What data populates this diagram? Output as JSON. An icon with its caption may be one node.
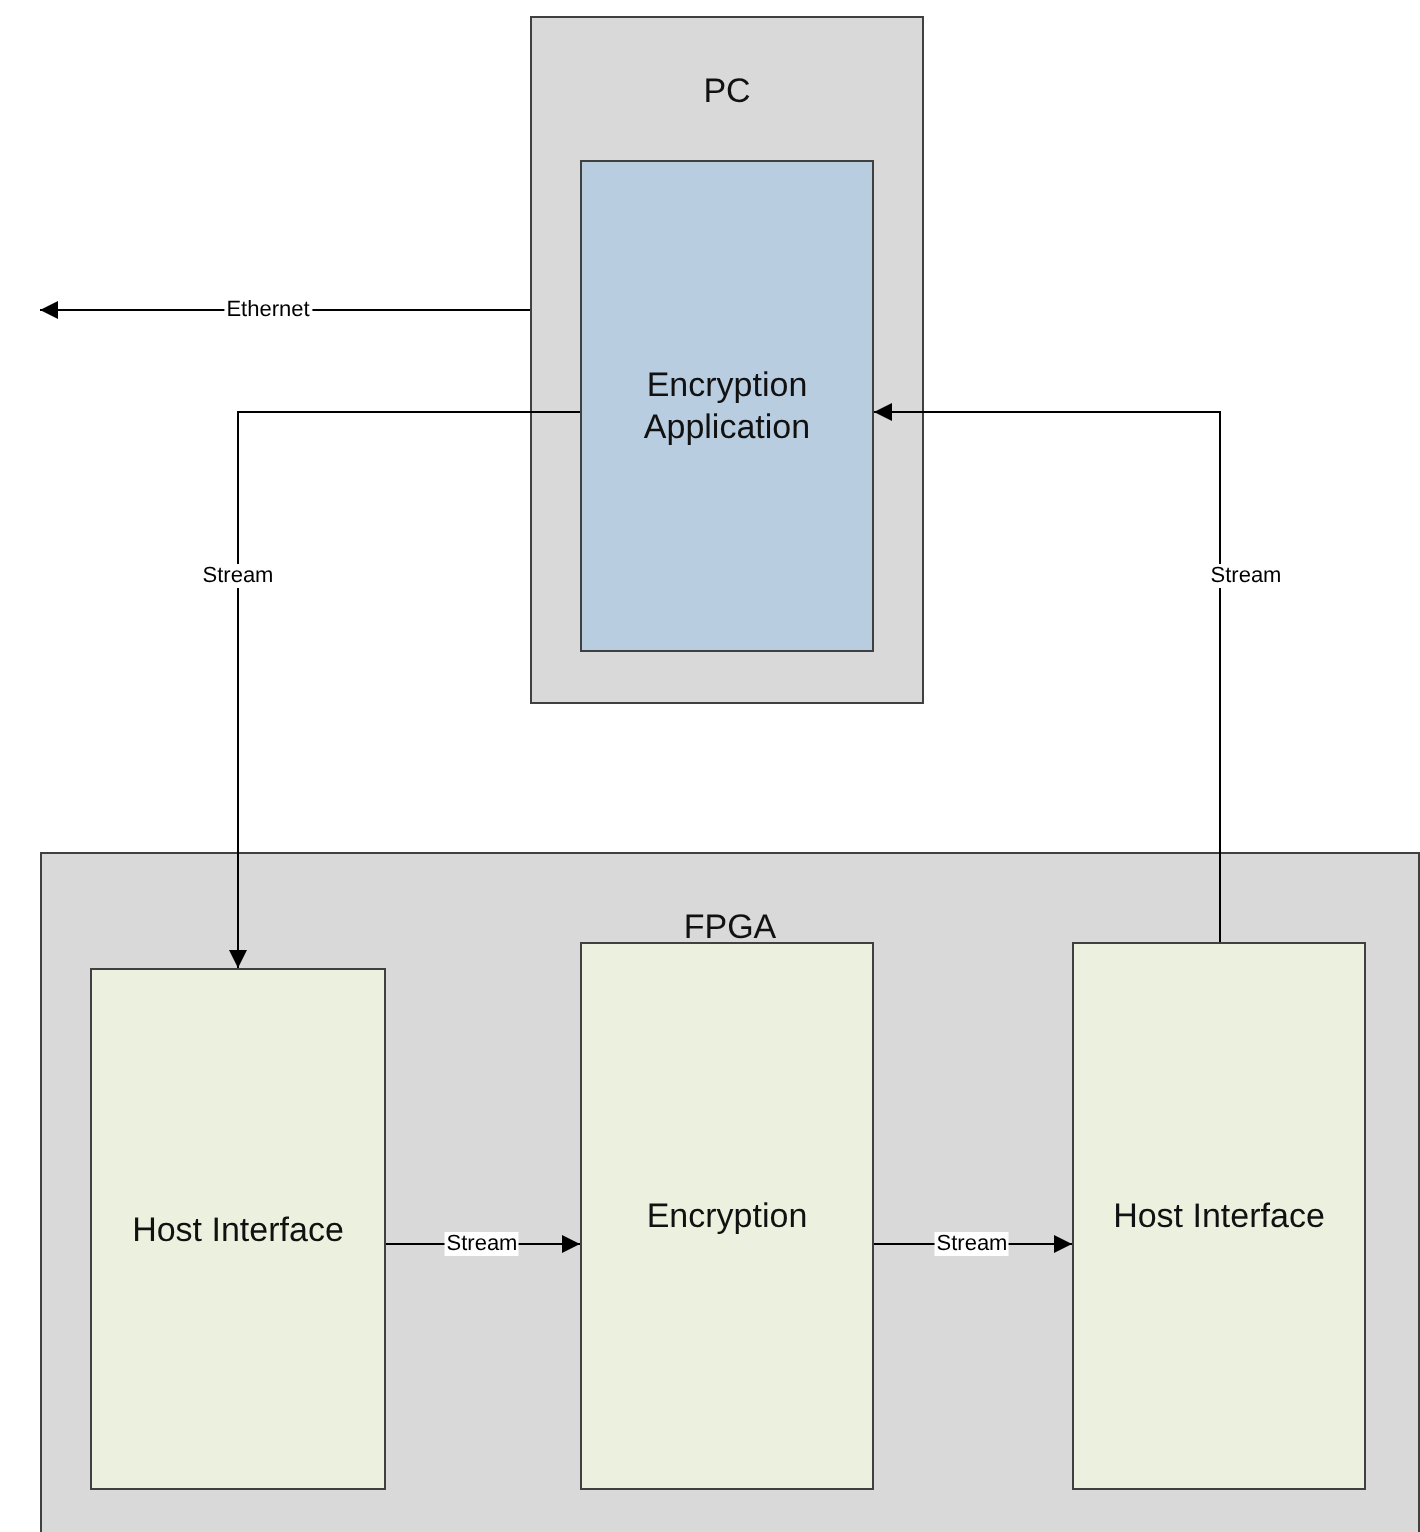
{
  "diagram": {
    "nodes": [
      {
        "text": [
          "PC"
        ]
      },
      {
        "text": [
          "Encryption Application"
        ],
        "in": 0
      },
      {
        "text": [
          "FPGA"
        ]
      },
      {
        "text": [
          "Host Interface"
        ],
        "in": 2
      },
      {
        "text": [
          "Encryption"
        ],
        "in": 2
      },
      {
        "text": [
          "Host Interface"
        ],
        "in": 2
      }
    ],
    "edges": [
      {
        "from": 0,
        "to": null,
        "arrow": "to",
        "label": "Ethernet"
      },
      {
        "from": 1,
        "to": 3,
        "arrow": "to",
        "label": "Stream"
      },
      {
        "from": 3,
        "to": 4,
        "arrow": "to",
        "label": "Stream"
      },
      {
        "from": 4,
        "to": 5,
        "arrow": "to",
        "label": "Stream"
      },
      {
        "from": 5,
        "to": 1,
        "arrow": "to",
        "label": "Stream"
      }
    ]
  }
}
